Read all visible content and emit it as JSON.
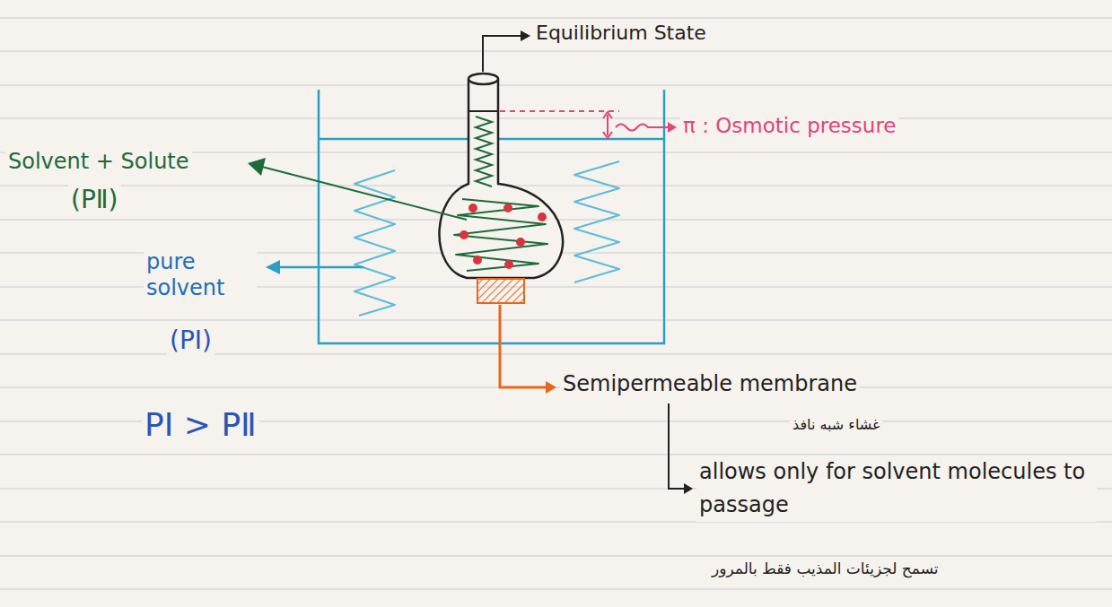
{
  "diagram": {
    "labels": [
      "Equilibrium State",
      "π : Osmotic pressure",
      "Solvent + Solute",
      "(PⅡ)",
      "pure solvent",
      "(PⅠ)",
      "PⅠ > PⅡ",
      "Semipermeable membrane",
      "غشاء شبه نافذ",
      "allows only for solvent molecules to passage",
      "تسمح لجزيئات المذيب فقط بالمرور"
    ]
  }
}
